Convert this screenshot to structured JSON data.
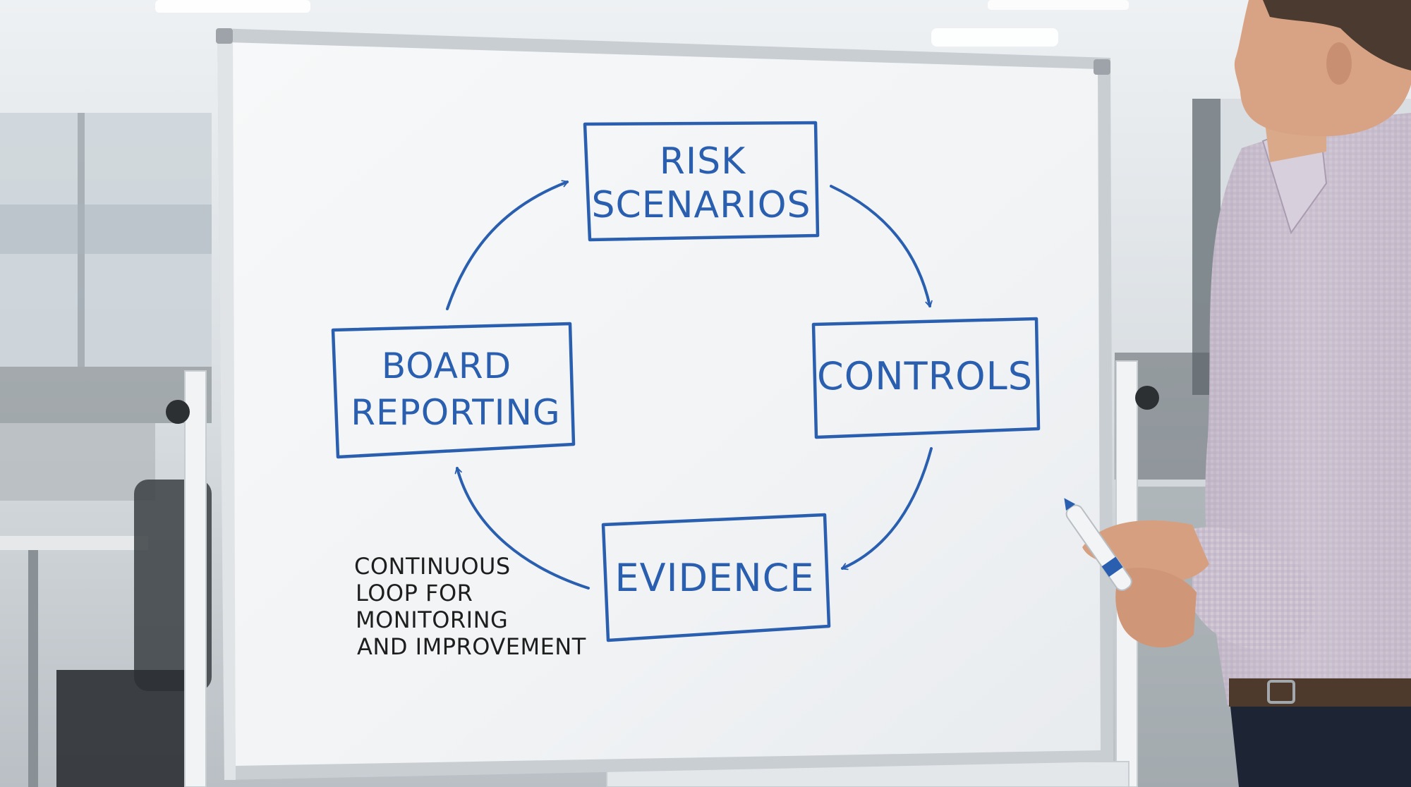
{
  "whiteboard": {
    "nodes": [
      {
        "id": "risk-scenarios",
        "lines": [
          "RISK",
          "SCENARIOS"
        ]
      },
      {
        "id": "controls",
        "lines": [
          "CONTROLS"
        ]
      },
      {
        "id": "evidence",
        "lines": [
          "EVIDENCE"
        ]
      },
      {
        "id": "board-reporting",
        "lines": [
          "BOARD",
          "REPORTING"
        ]
      }
    ],
    "flow": [
      [
        "risk-scenarios",
        "controls"
      ],
      [
        "controls",
        "evidence"
      ],
      [
        "evidence",
        "board-reporting"
      ],
      [
        "board-reporting",
        "risk-scenarios"
      ]
    ],
    "note": {
      "lines": [
        "CONTINUOUS",
        "LOOP FOR",
        "MONITORING",
        "AND IMPROVEMENT"
      ]
    }
  },
  "colors": {
    "marker_blue": "#2a5fb0",
    "note_black": "#1e1e1e",
    "board_surface": "#f3f5f7",
    "frame": "#c9ced3"
  },
  "scene": {
    "background": "office",
    "person": "presenter holding blue marker",
    "marker_icon": "marker-icon"
  }
}
